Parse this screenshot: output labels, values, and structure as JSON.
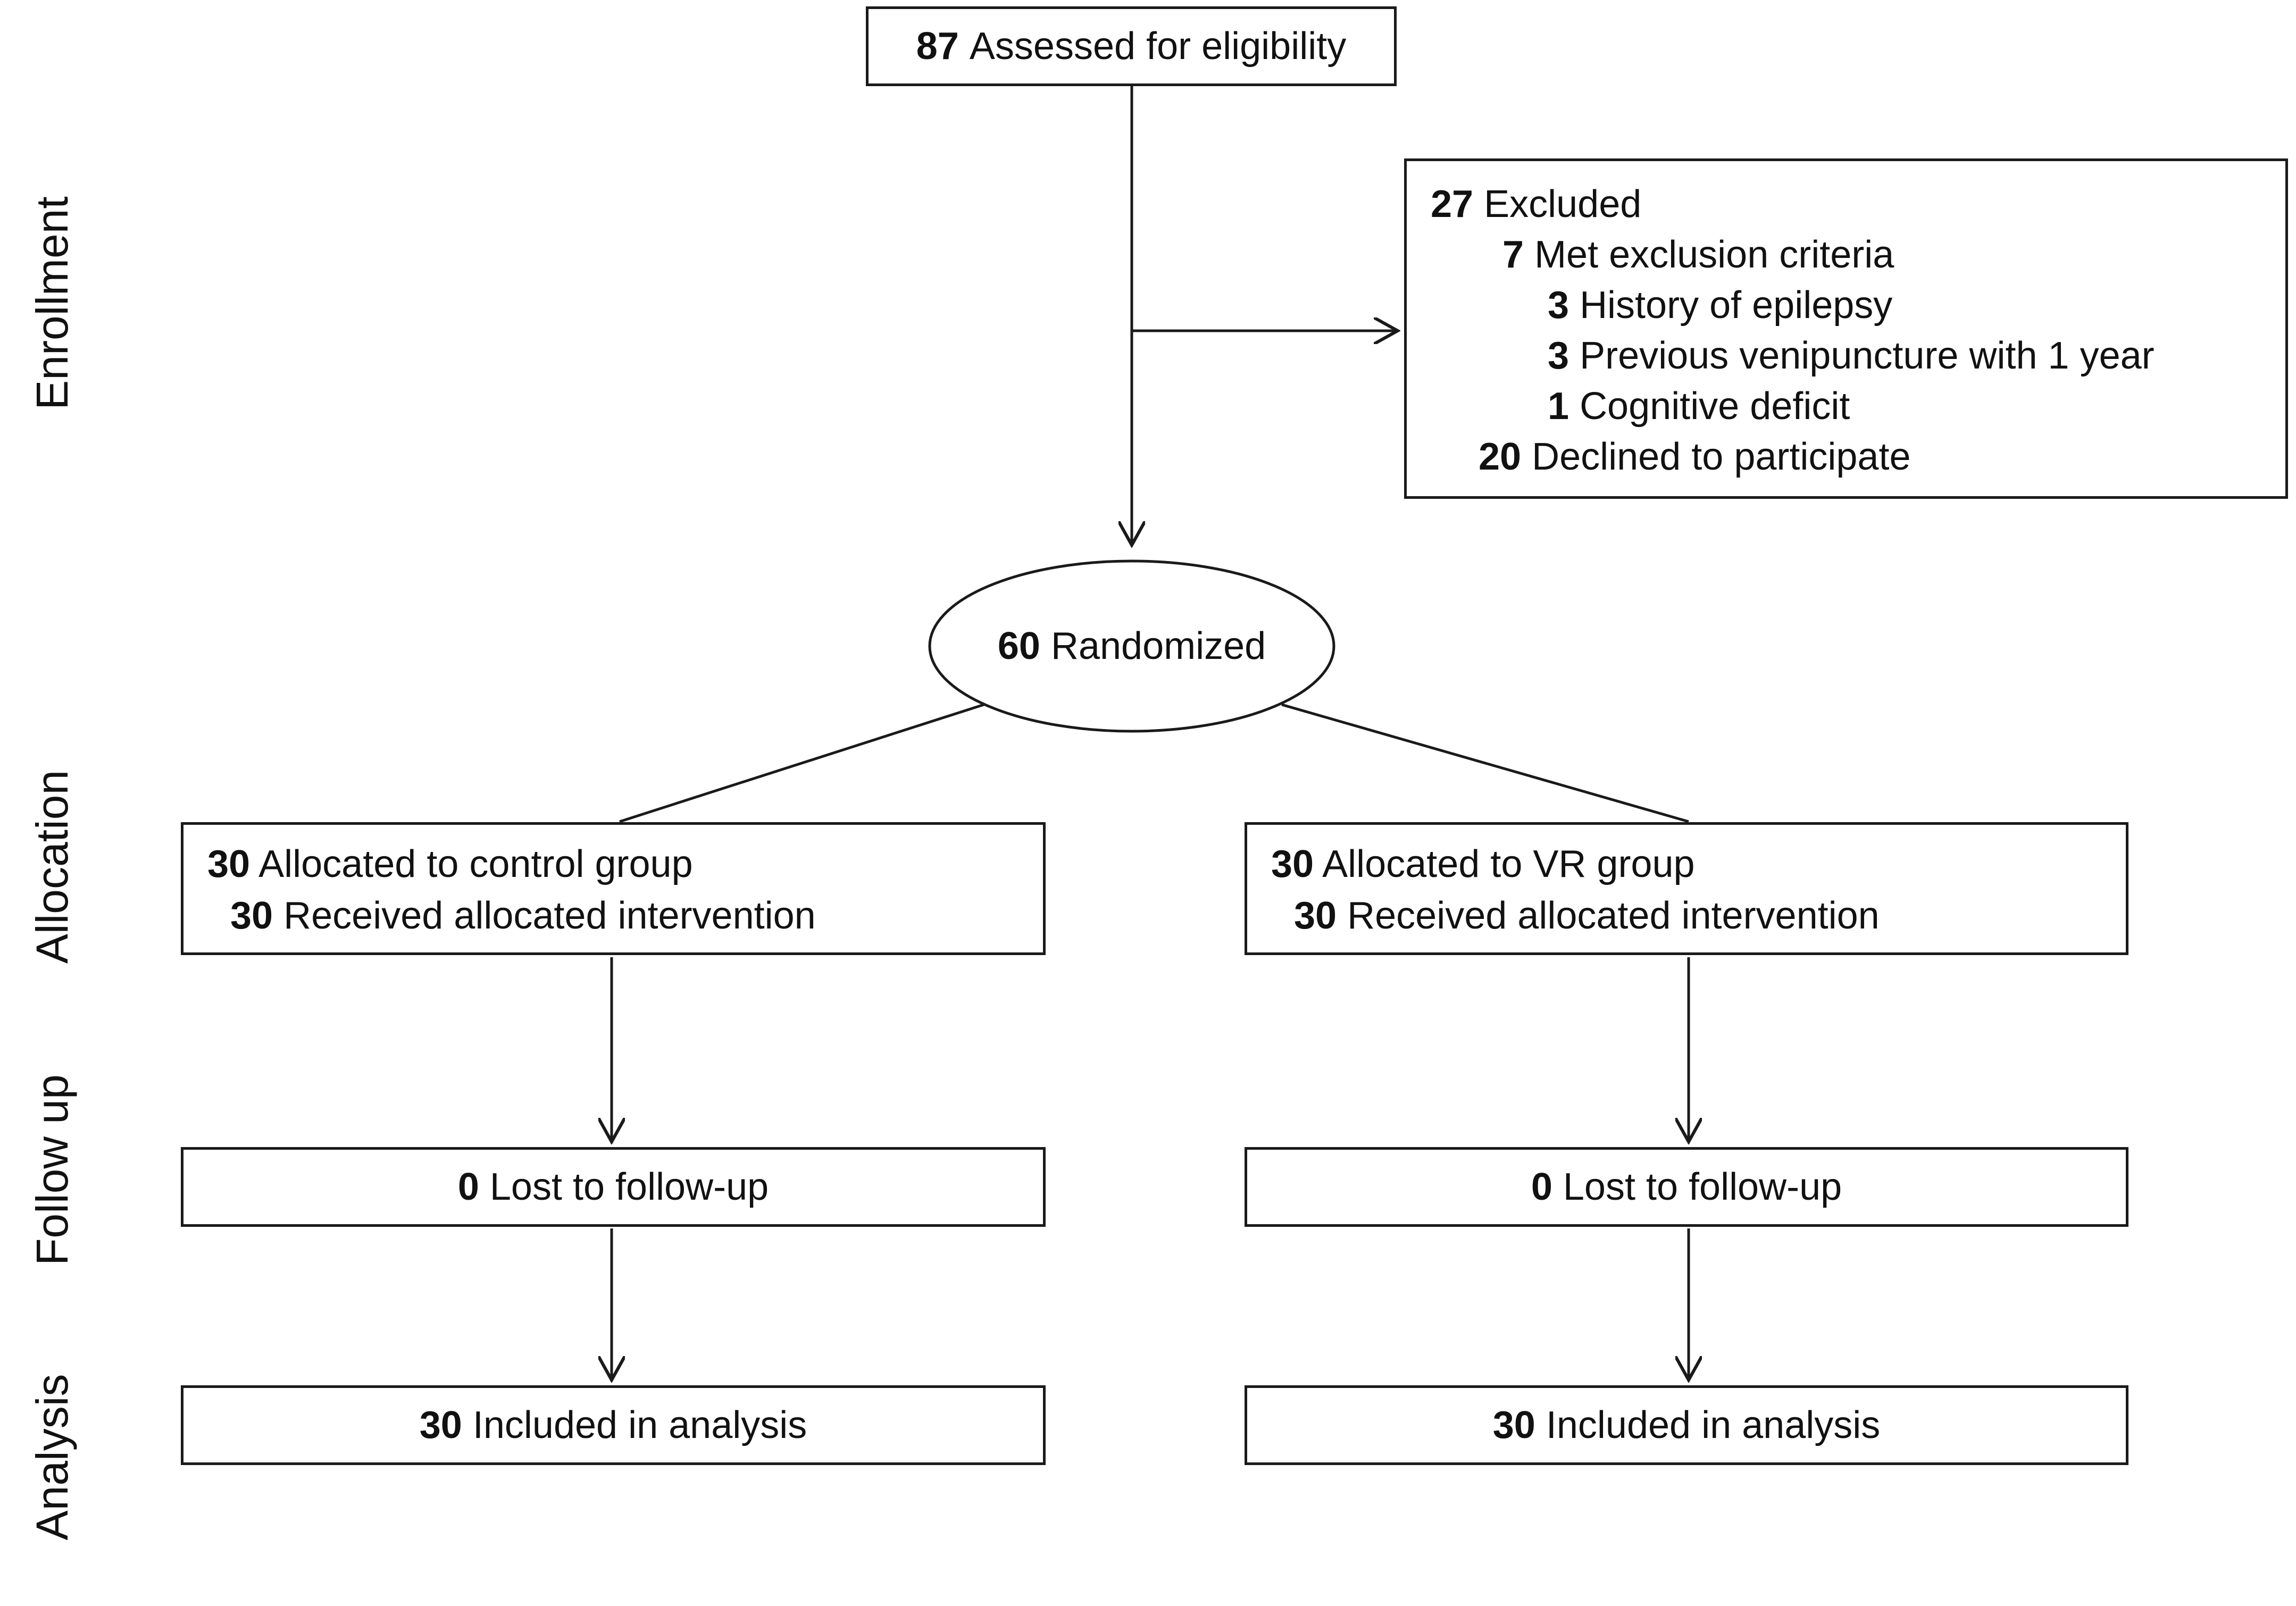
{
  "stages": {
    "enrollment": "Enrollment",
    "allocation": "Allocation",
    "followup": "Follow up",
    "analysis": "Analysis"
  },
  "assessed": {
    "n": "87",
    "text": "Assessed for eligibility"
  },
  "excluded": {
    "n": "27",
    "text": "Excluded",
    "met_criteria": {
      "n": "7",
      "text": "Met exclusion criteria"
    },
    "epilepsy": {
      "n": "3",
      "text": "History of epilepsy"
    },
    "venipuncture": {
      "n": "3",
      "text": "Previous venipuncture with 1 year"
    },
    "cognitive": {
      "n": "1",
      "text": "Cognitive deficit"
    },
    "declined": {
      "n": "20",
      "text": "Declined to participate"
    }
  },
  "randomized": {
    "n": "60",
    "text": "Randomized"
  },
  "control": {
    "allocated": {
      "n": "30",
      "text": "Allocated to control group"
    },
    "received": {
      "n": "30",
      "text": "Received allocated intervention"
    },
    "lost": {
      "n": "0",
      "text": "Lost to follow-up"
    },
    "analysed": {
      "n": "30",
      "text": "Included in analysis"
    }
  },
  "vr": {
    "allocated": {
      "n": "30",
      "text": "Allocated to VR group"
    },
    "received": {
      "n": "30",
      "text": "Received allocated intervention"
    },
    "lost": {
      "n": "0",
      "text": "Lost to follow-up"
    },
    "analysed": {
      "n": "30",
      "text": "Included in analysis"
    }
  }
}
